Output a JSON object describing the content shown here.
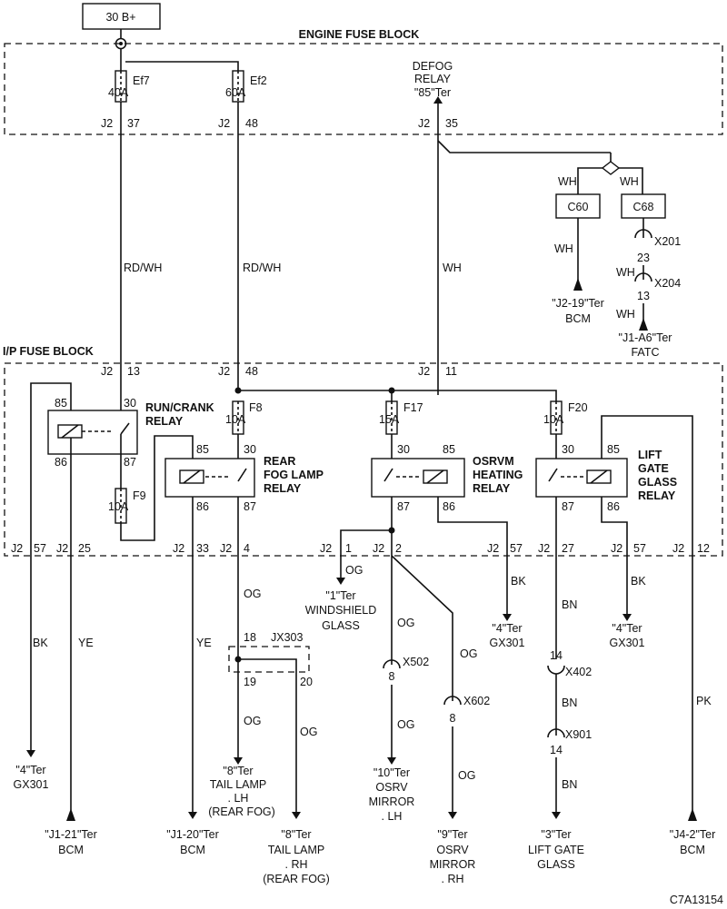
{
  "diagram": {
    "power_source": "30 B+",
    "engine_fuse_block_title": "ENGINE FUSE BLOCK",
    "ip_fuse_block_title": "I/P FUSE BLOCK",
    "figure_code": "C7A13154",
    "fuses": {
      "ef7": {
        "name": "Ef7",
        "rating": "40A"
      },
      "ef2": {
        "name": "Ef2",
        "rating": "60A"
      },
      "f8": {
        "name": "F8",
        "rating": "10A"
      },
      "f9": {
        "name": "F9",
        "rating": "10A"
      },
      "f17": {
        "name": "F17",
        "rating": "15A"
      },
      "f20": {
        "name": "F20",
        "rating": "10A"
      }
    },
    "defog_relay": {
      "line1": "DEFOG",
      "line2": "RELAY",
      "line3": "\"85\"Ter"
    },
    "relays": {
      "run_crank": {
        "line1": "RUN/CRANK",
        "line2": "RELAY",
        "pins": [
          "85",
          "30",
          "86",
          "87"
        ]
      },
      "rear_fog": {
        "line1": "REAR",
        "line2": "FOG LAMP",
        "line3": "RELAY",
        "pins": [
          "85",
          "30",
          "86",
          "87"
        ]
      },
      "osrvm": {
        "line1": "OSRVM",
        "line2": "HEATING",
        "line3": "RELAY",
        "pins": [
          "30",
          "85",
          "87",
          "86"
        ]
      },
      "lift_gate": {
        "line1": "LIFT",
        "line2": "GATE",
        "line3": "GLASS",
        "line4": "RELAY",
        "pins": [
          "30",
          "85",
          "87",
          "86"
        ]
      }
    },
    "connectors": {
      "c60": "C60",
      "c68": "C68",
      "j2": "J2",
      "pin_37": "37",
      "pin_48": "48",
      "pin_35": "35",
      "pin_13": "13",
      "pin_ip48": "48",
      "pin_11": "11",
      "pin_57a": "57",
      "pin_25": "25",
      "pin_33": "33",
      "pin_4": "4",
      "pin_1": "1",
      "pin_2": "2",
      "pin_57b": "57",
      "pin_27": "27",
      "pin_57c": "57",
      "pin_12": "12",
      "x201": "X201",
      "x201_pin": "23",
      "x204": "X204",
      "x204_pin": "13",
      "jx303": "JX303",
      "jx303_pins": [
        "18",
        "19",
        "20"
      ],
      "x502": "X502",
      "x502_pin": "8",
      "x602": "X602",
      "x602_pin": "8",
      "x402": "X402",
      "x402_pin": "14",
      "x901": "X901",
      "x901_pin": "14"
    },
    "wire_colors": {
      "rdwh": "RD/WH",
      "wh": "WH",
      "bk": "BK",
      "ye": "YE",
      "og": "OG",
      "bn": "BN",
      "pk": "PK"
    },
    "terminals": {
      "j2_19": {
        "line1": "\"J2-19\"Ter",
        "line2": "BCM"
      },
      "j1_a6": {
        "line1": "\"J1-A6\"Ter",
        "line2": "FATC"
      },
      "gx301_left": {
        "line1": "\"4\"Ter",
        "line2": "GX301"
      },
      "j1_21": {
        "line1": "\"J1-21\"Ter",
        "line2": "BCM"
      },
      "j1_20": {
        "line1": "\"J1-20\"Ter",
        "line2": "BCM"
      },
      "tail_lh": {
        "line1": "\"8\"Ter",
        "line2": "TAIL LAMP",
        "line3": ". LH",
        "line4": "(REAR FOG)"
      },
      "tail_rh": {
        "line1": "\"8\"Ter",
        "line2": "TAIL LAMP",
        "line3": ". RH",
        "line4": "(REAR FOG)"
      },
      "windshield": {
        "line1": "\"1\"Ter",
        "line2": "WINDSHIELD",
        "line3": "GLASS"
      },
      "osrv_lh": {
        "line1": "\"10\"Ter",
        "line2": "OSRV",
        "line3": "MIRROR",
        "line4": ". LH"
      },
      "osrv_rh": {
        "line1": "\"9\"Ter",
        "line2": "OSRV",
        "line3": "MIRROR",
        "line4": ". RH"
      },
      "gx301_mid": {
        "line1": "\"4\"Ter",
        "line2": "GX301"
      },
      "gx301_right": {
        "line1": "\"4\"Ter",
        "line2": "GX301"
      },
      "lift_gate_glass": {
        "line1": "\"3\"Ter",
        "line2": "LIFT GATE",
        "line3": "GLASS"
      },
      "j4_2": {
        "line1": "\"J4-2\"Ter",
        "line2": "BCM"
      }
    }
  }
}
